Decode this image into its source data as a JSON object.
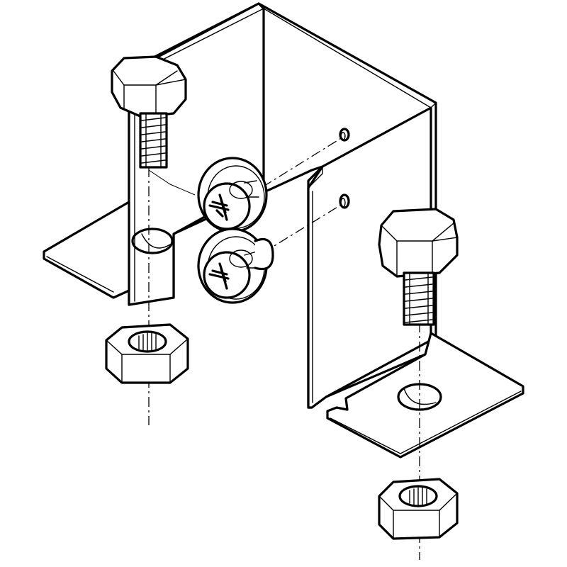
{
  "figure": {
    "type": "exploded assembly line drawing",
    "background": "#ffffff",
    "line_color": "#000000",
    "parts": [
      "u-bracket",
      "left-hex-bolt",
      "right-hex-bolt",
      "left-hex-nut",
      "right-hex-nut",
      "upper-phillips-screw",
      "lower-phillips-screw"
    ],
    "icons": [
      "phillips-screw-icon",
      "hex-bolt-icon",
      "hex-nut-icon"
    ]
  }
}
